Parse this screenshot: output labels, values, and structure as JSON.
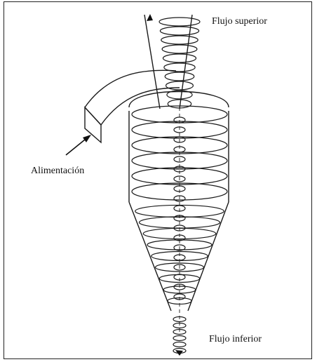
{
  "diagram": {
    "labels": {
      "top_flow": "Flujo superior",
      "feed": "Alimentación",
      "bottom_flow": "Flujo inferior"
    },
    "colors": {
      "ink": "#1a1a1a",
      "background": "#ffffff"
    }
  }
}
